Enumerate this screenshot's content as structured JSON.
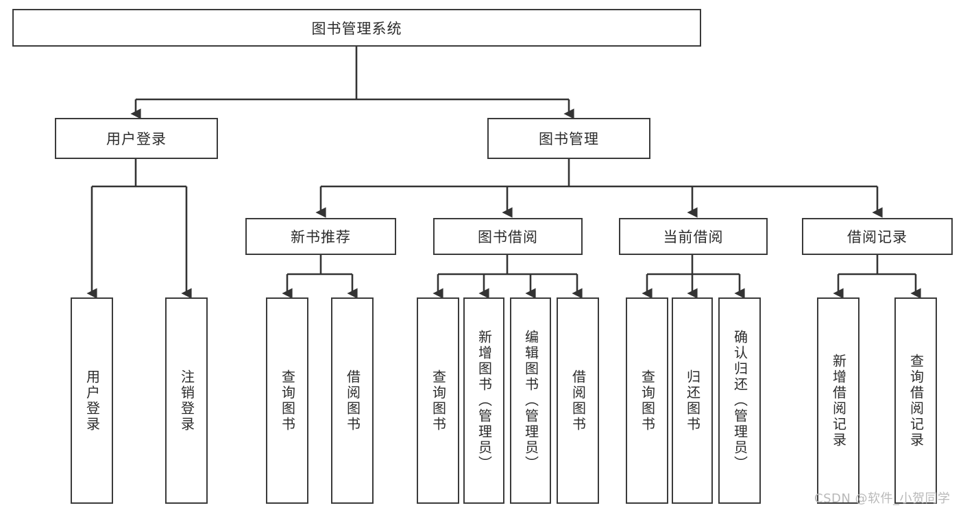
{
  "diagram": {
    "title_node": {
      "label": "图书管理系统"
    },
    "level2": [
      {
        "id": "user-login",
        "label": "用户登录"
      },
      {
        "id": "book-manage",
        "label": "图书管理"
      }
    ],
    "level3": [
      {
        "id": "new-book-recommend",
        "label": "新书推荐"
      },
      {
        "id": "book-borrow",
        "label": "图书借阅"
      },
      {
        "id": "current-borrow",
        "label": "当前借阅"
      },
      {
        "id": "borrow-record",
        "label": "借阅记录"
      }
    ],
    "leaves": {
      "user_login": [
        {
          "id": "leaf-user-login",
          "label": "用户登录"
        },
        {
          "id": "leaf-user-logout",
          "label": "注销登录"
        }
      ],
      "new_book_recommend": [
        {
          "id": "leaf-query-book-1",
          "label": "查询图书"
        },
        {
          "id": "leaf-borrow-book-1",
          "label": "借阅图书"
        }
      ],
      "book_borrow": [
        {
          "id": "leaf-query-book-2",
          "label": "查询图书"
        },
        {
          "id": "leaf-add-book",
          "label": "新增图书（管理员）"
        },
        {
          "id": "leaf-edit-book",
          "label": "编辑图书（管理员）"
        },
        {
          "id": "leaf-borrow-book-2",
          "label": "借阅图书"
        }
      ],
      "current_borrow": [
        {
          "id": "leaf-query-book-3",
          "label": "查询图书"
        },
        {
          "id": "leaf-return-book",
          "label": "归还图书"
        },
        {
          "id": "leaf-confirm-return",
          "label": "确认归还（管理员）"
        }
      ],
      "borrow_record": [
        {
          "id": "leaf-add-record",
          "label": "新增借阅记录"
        },
        {
          "id": "leaf-query-record",
          "label": "查询借阅记录"
        }
      ]
    },
    "watermark": "CSDN @软件_小贺同学",
    "colors": {
      "box_border": "#3a3a3a",
      "box_fill": "#ffffff",
      "text": "#2b2b2b",
      "connector": "#333333",
      "watermark": "#b9b9b9",
      "background": "#ffffff"
    }
  }
}
